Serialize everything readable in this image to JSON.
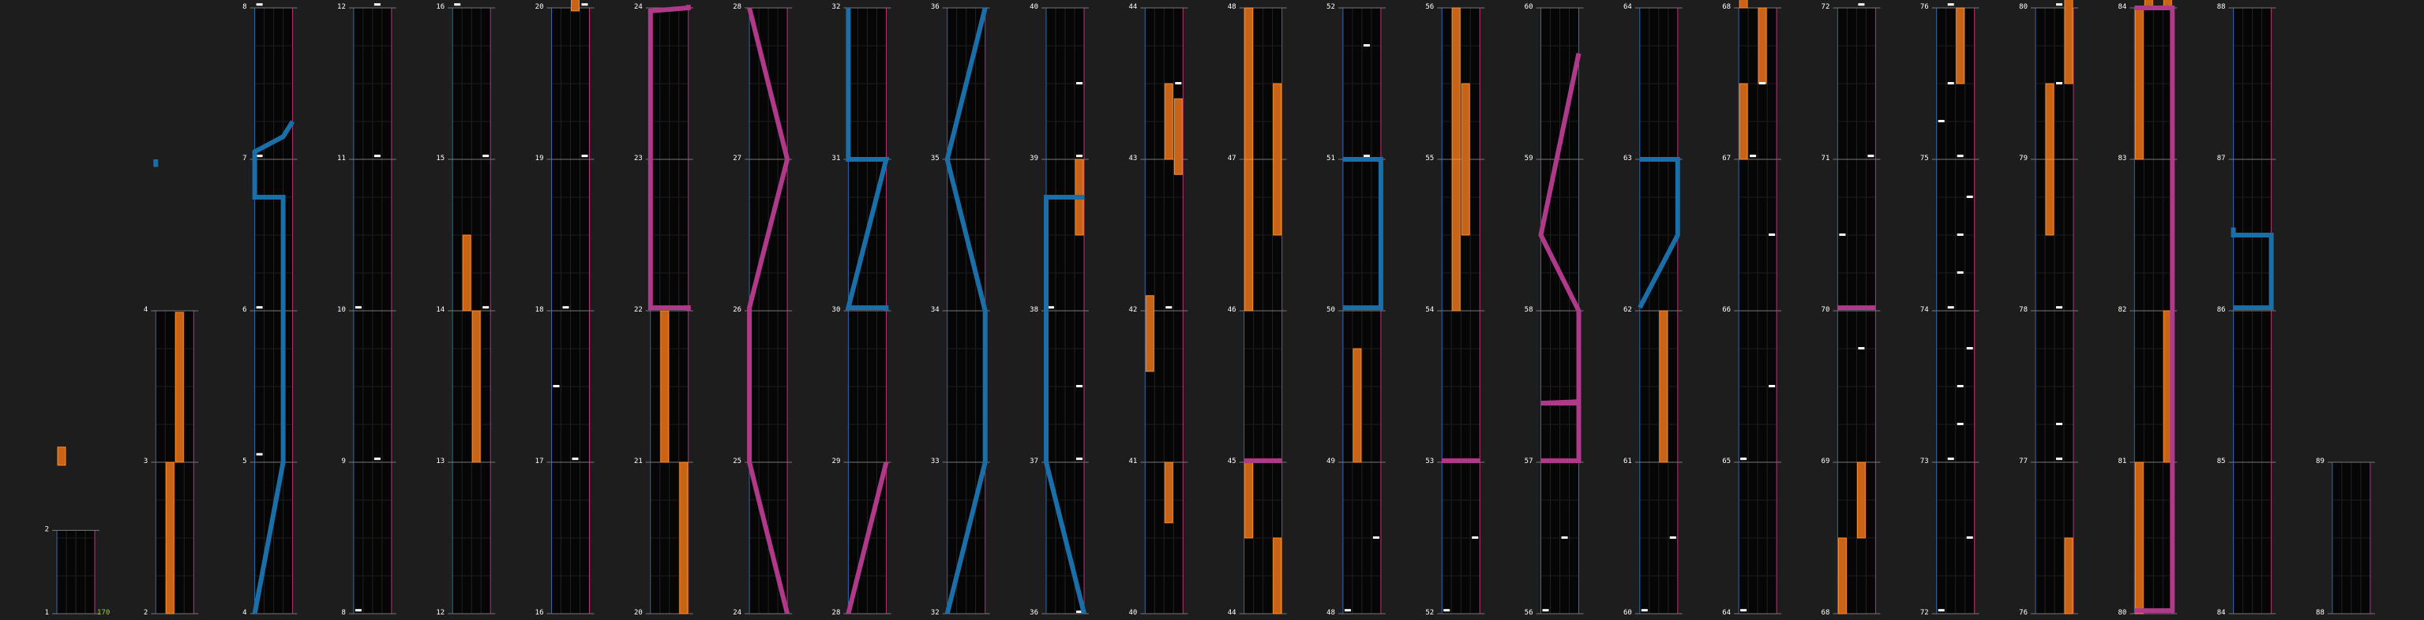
{
  "bpm_label": "170",
  "colors": {
    "background": "#1d1d1d",
    "lane_bg": "#060606",
    "lane_divider": "#222222",
    "measure_line": "#777777",
    "left_edge": "#2b6ab0",
    "right_edge": "#c0307a",
    "tap_note": "#ffffff",
    "hold_note": "#c86418",
    "hold_edge": "#ff8a2a",
    "slide_left": "#1a6fa8",
    "slide_right": "#b03a8a",
    "bpm_text": "#9acd32"
  },
  "columns": [
    {
      "bottom_measure": 1,
      "labels": [
        "1",
        "2"
      ]
    },
    {
      "bottom_measure": 2,
      "labels": [
        "2",
        "3",
        "4"
      ]
    },
    {
      "bottom_measure": 4,
      "labels": [
        "4",
        "5",
        "6",
        "7",
        "8"
      ]
    },
    {
      "bottom_measure": 8,
      "labels": [
        "8",
        "9",
        "10",
        "11",
        "12"
      ]
    },
    {
      "bottom_measure": 12,
      "labels": [
        "12",
        "13",
        "14",
        "15",
        "16"
      ]
    },
    {
      "bottom_measure": 16,
      "labels": [
        "16",
        "17",
        "18",
        "19",
        "20"
      ]
    },
    {
      "bottom_measure": 20,
      "labels": [
        "20",
        "21",
        "22",
        "23",
        "24"
      ]
    },
    {
      "bottom_measure": 24,
      "labels": [
        "24",
        "25",
        "26",
        "27",
        "28"
      ]
    },
    {
      "bottom_measure": 28,
      "labels": [
        "28",
        "29",
        "30",
        "31",
        "32"
      ]
    },
    {
      "bottom_measure": 32,
      "labels": [
        "32",
        "33",
        "34",
        "35",
        "36"
      ]
    },
    {
      "bottom_measure": 36,
      "labels": [
        "36",
        "37",
        "38",
        "39",
        "40"
      ]
    },
    {
      "bottom_measure": 40,
      "labels": [
        "40",
        "41",
        "42",
        "43",
        "44"
      ]
    },
    {
      "bottom_measure": 44,
      "labels": [
        "44",
        "45",
        "46",
        "47",
        "48"
      ]
    },
    {
      "bottom_measure": 48,
      "labels": [
        "48",
        "49",
        "50",
        "51",
        "52"
      ]
    },
    {
      "bottom_measure": 52,
      "labels": [
        "52",
        "53",
        "54",
        "55",
        "56"
      ]
    },
    {
      "bottom_measure": 56,
      "labels": [
        "56",
        "57",
        "58",
        "59",
        "60"
      ]
    },
    {
      "bottom_measure": 60,
      "labels": [
        "60",
        "61",
        "62",
        "63",
        "64"
      ]
    },
    {
      "bottom_measure": 64,
      "labels": [
        "64",
        "65",
        "66",
        "67",
        "68"
      ]
    },
    {
      "bottom_measure": 68,
      "labels": [
        "68",
        "69",
        "70",
        "71",
        "72"
      ]
    },
    {
      "bottom_measure": 72,
      "labels": [
        "72",
        "73",
        "74",
        "75",
        "76"
      ]
    },
    {
      "bottom_measure": 76,
      "labels": [
        "76",
        "77",
        "78",
        "79",
        "80"
      ]
    },
    {
      "bottom_measure": 80,
      "labels": [
        "80",
        "81",
        "82",
        "83",
        "84"
      ]
    },
    {
      "bottom_measure": 84,
      "labels": [
        "84",
        "85",
        "86",
        "87",
        "88"
      ]
    },
    {
      "bottom_measure": 88,
      "labels": [
        "88",
        "89"
      ]
    }
  ]
}
